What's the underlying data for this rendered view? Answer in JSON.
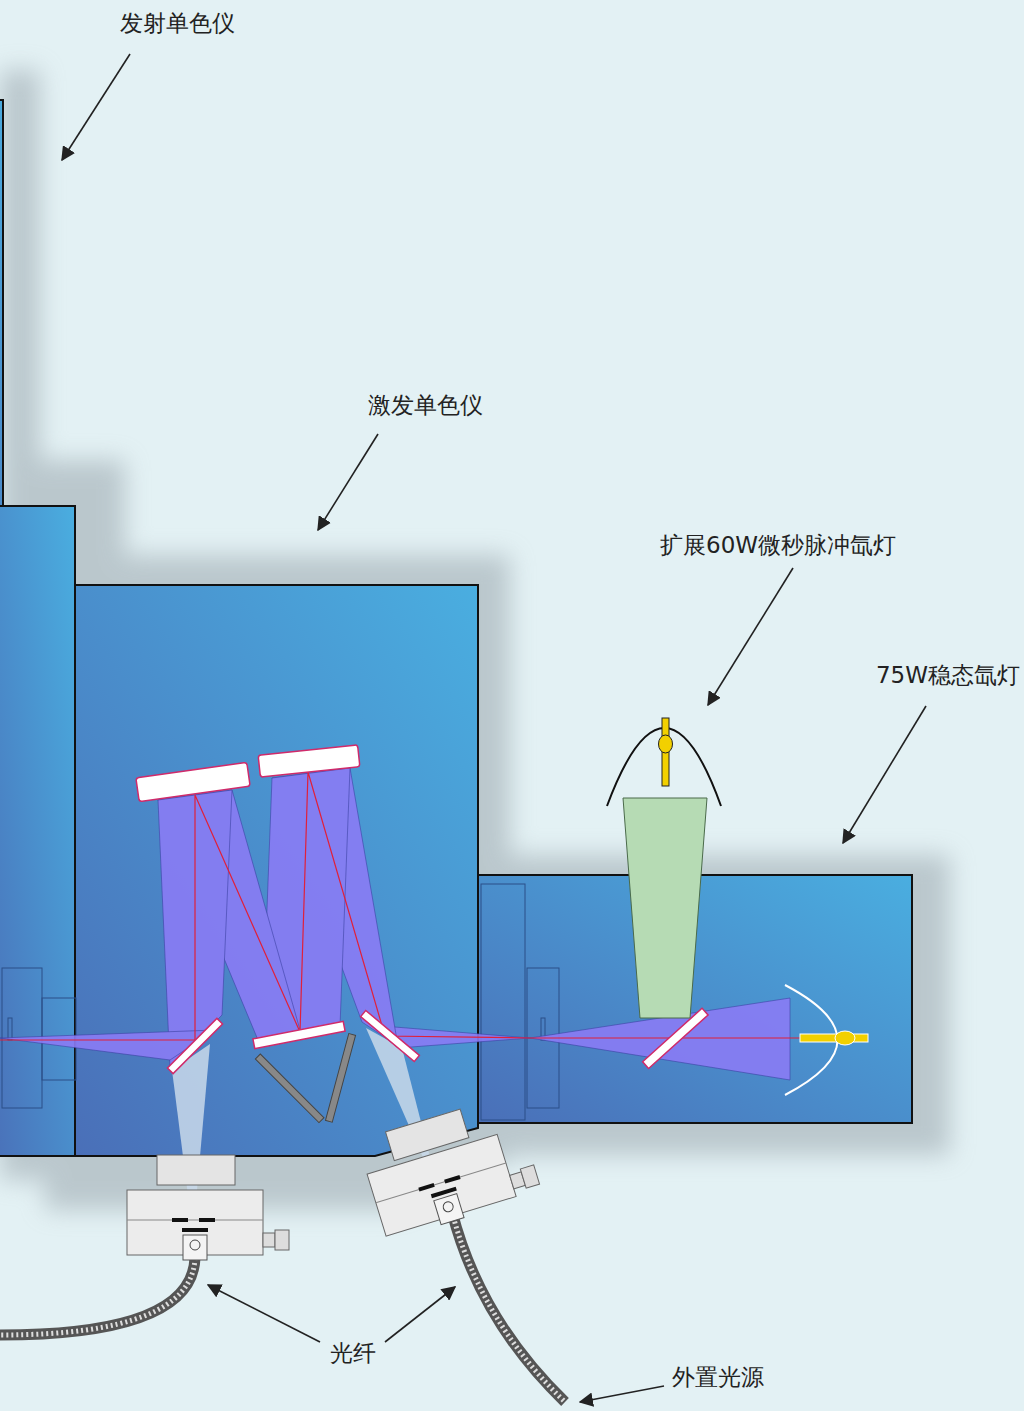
{
  "diagram": {
    "labels": [
      "发射单色仪",
      "激发单色仪",
      "扩展60W微秒脉冲氙灯",
      "75W稳态氙灯",
      "光纤",
      "外置光源"
    ]
  }
}
